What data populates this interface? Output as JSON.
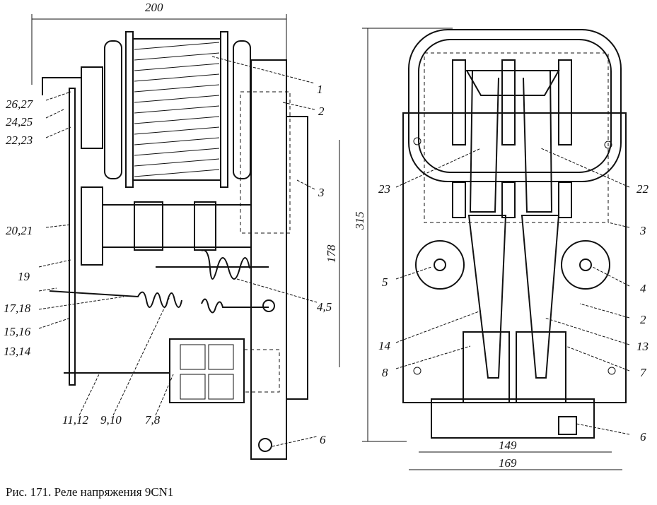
{
  "caption": "Рис. 171. Реле напряжения 9CN1",
  "side_view": {
    "dimension_width": "200",
    "dimension_height_inner": "178",
    "labels": {
      "l1": "1",
      "l2": "2",
      "l3": "3",
      "l45": "4,5",
      "l6": "6",
      "l2627": "26,27",
      "l2425": "24,25",
      "l2223": "22,23",
      "l2021": "20,21",
      "l19": "19",
      "l1718": "17,18",
      "l1516": "15,16",
      "l1314": "13,14",
      "l1112": "11,12",
      "l910": "9,10",
      "l78": "7,8"
    }
  },
  "front_view": {
    "dimension_height": "315",
    "dimension_inner_width": "149",
    "dimension_outer_width": "169",
    "labels": {
      "l23": "23",
      "l22": "22",
      "l3": "3",
      "l5": "5",
      "l4": "4",
      "l2": "2",
      "l14": "14",
      "l13": "13",
      "l8": "8",
      "l7": "7",
      "l6": "6"
    }
  }
}
